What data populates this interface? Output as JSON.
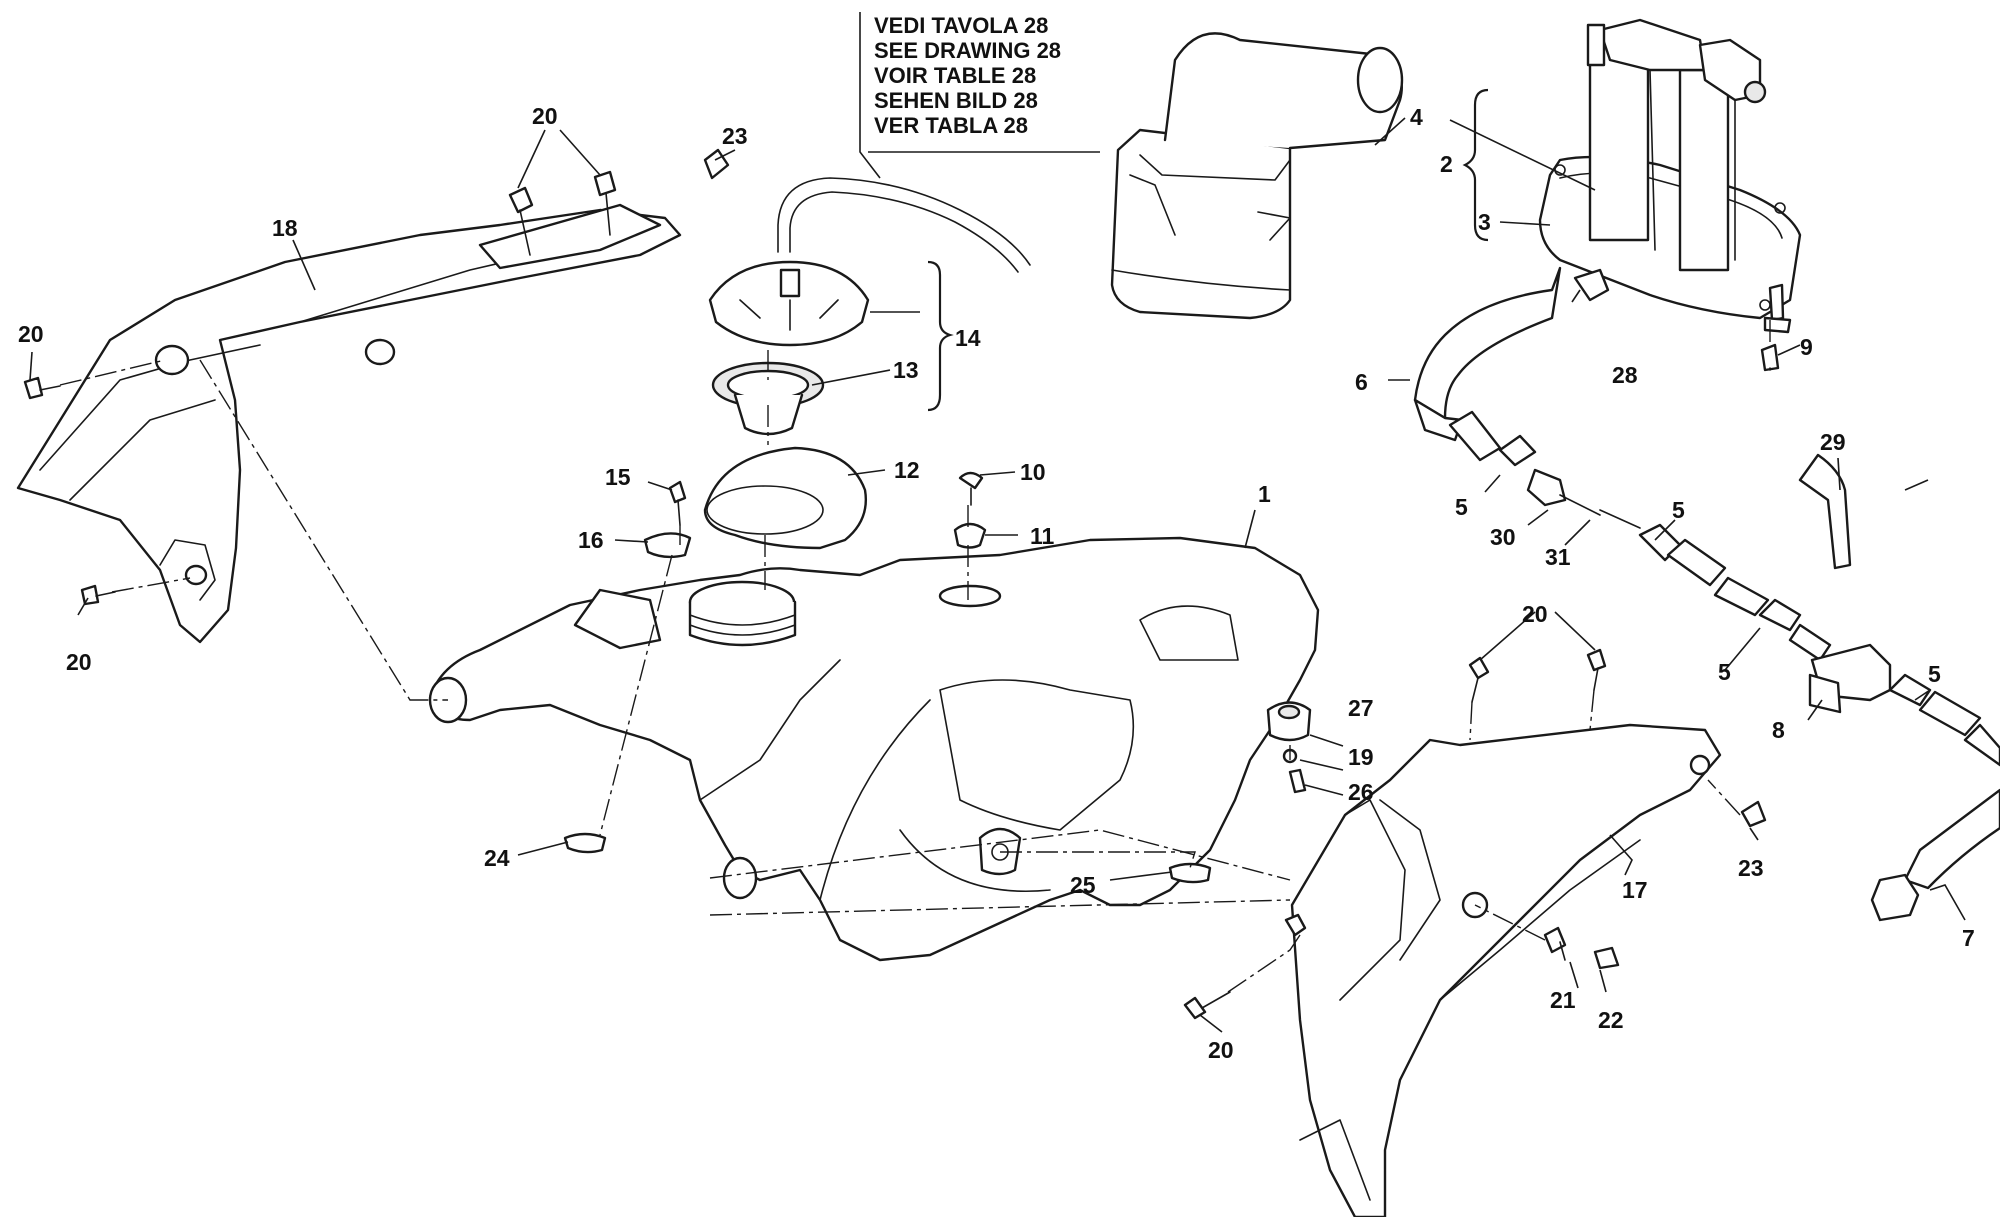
{
  "reference_note": {
    "lines": [
      "VEDI TAVOLA 28",
      "SEE DRAWING 28",
      "VOIR TABLE 28",
      "SEHEN BILD 28",
      "VER TABLA 28"
    ]
  },
  "callouts": {
    "c1": "1",
    "c2": "2",
    "c3": "3",
    "c4": "4",
    "c5a": "5",
    "c5b": "5",
    "c5c": "5",
    "c5d": "5",
    "c6": "6",
    "c7": "7",
    "c8": "8",
    "c9": "9",
    "c10": "10",
    "c11": "11",
    "c12": "12",
    "c13": "13",
    "c14": "14",
    "c15": "15",
    "c16": "16",
    "c17": "17",
    "c18": "18",
    "c19": "19",
    "c20a": "20",
    "c20b": "20",
    "c20c": "20",
    "c20d": "20",
    "c20e": "20",
    "c21": "21",
    "c22": "22",
    "c23a": "23",
    "c23b": "23",
    "c24": "24",
    "c25": "25",
    "c26": "26",
    "c27": "27",
    "c28": "28",
    "c29": "29",
    "c30": "30",
    "c31": "31"
  }
}
